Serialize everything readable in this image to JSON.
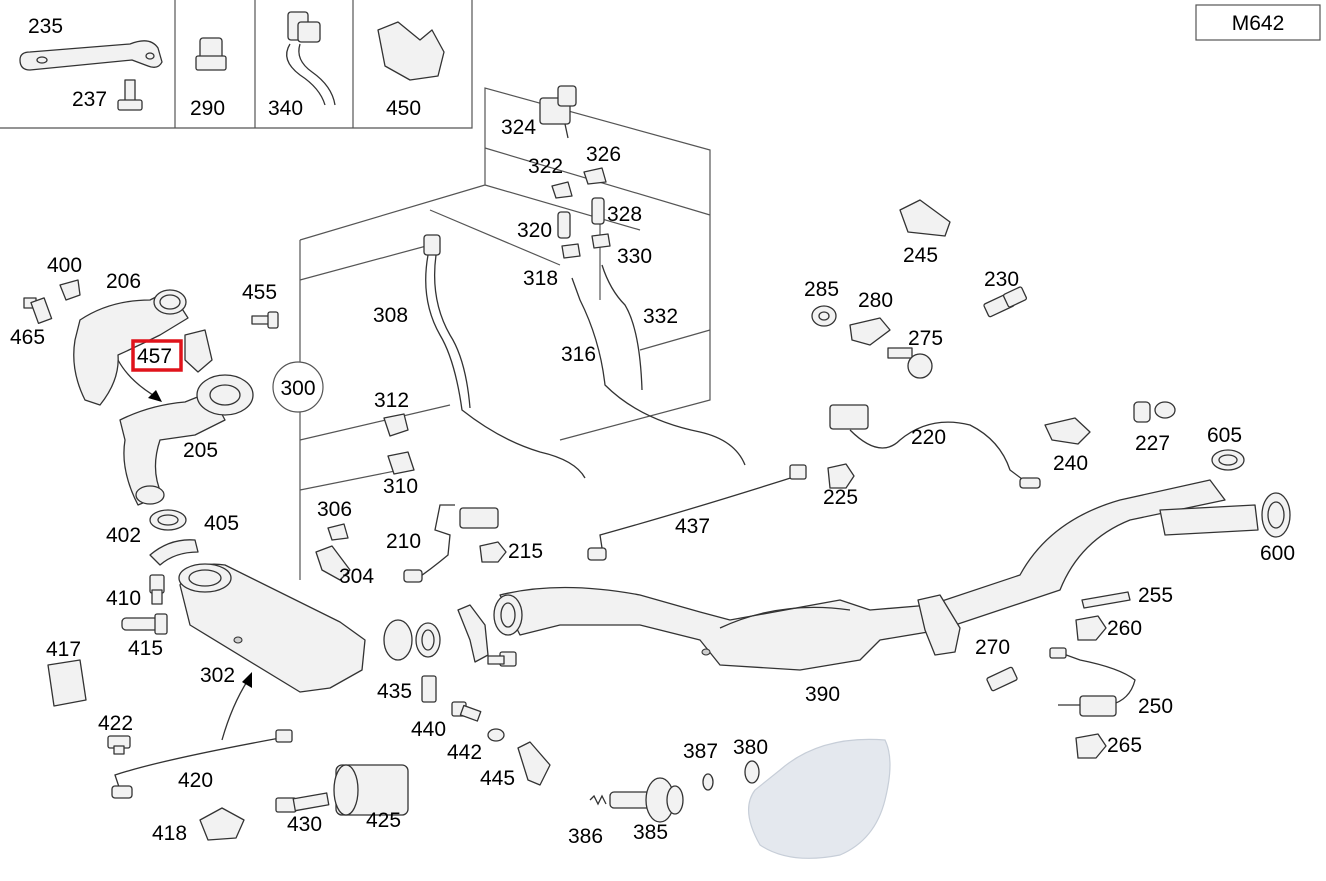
{
  "engine_badge": "M642",
  "highlight_color": "#e0131b",
  "inset_labels": [
    "235",
    "237",
    "290",
    "340",
    "450"
  ],
  "callout_circle": "300",
  "highlighted_label": "457",
  "labels": [
    "206",
    "400",
    "465",
    "455",
    "205",
    "402",
    "405",
    "410",
    "415",
    "417",
    "422",
    "420",
    "418",
    "302",
    "430",
    "425",
    "435",
    "440",
    "442",
    "445",
    "386",
    "385",
    "387",
    "380",
    "324",
    "322",
    "326",
    "320",
    "328",
    "318",
    "330",
    "308",
    "316",
    "332",
    "312",
    "310",
    "306",
    "304",
    "210",
    "215",
    "437",
    "225",
    "220",
    "245",
    "285",
    "280",
    "230",
    "275",
    "240",
    "227",
    "605",
    "600",
    "390",
    "255",
    "260",
    "270",
    "250",
    "265"
  ]
}
